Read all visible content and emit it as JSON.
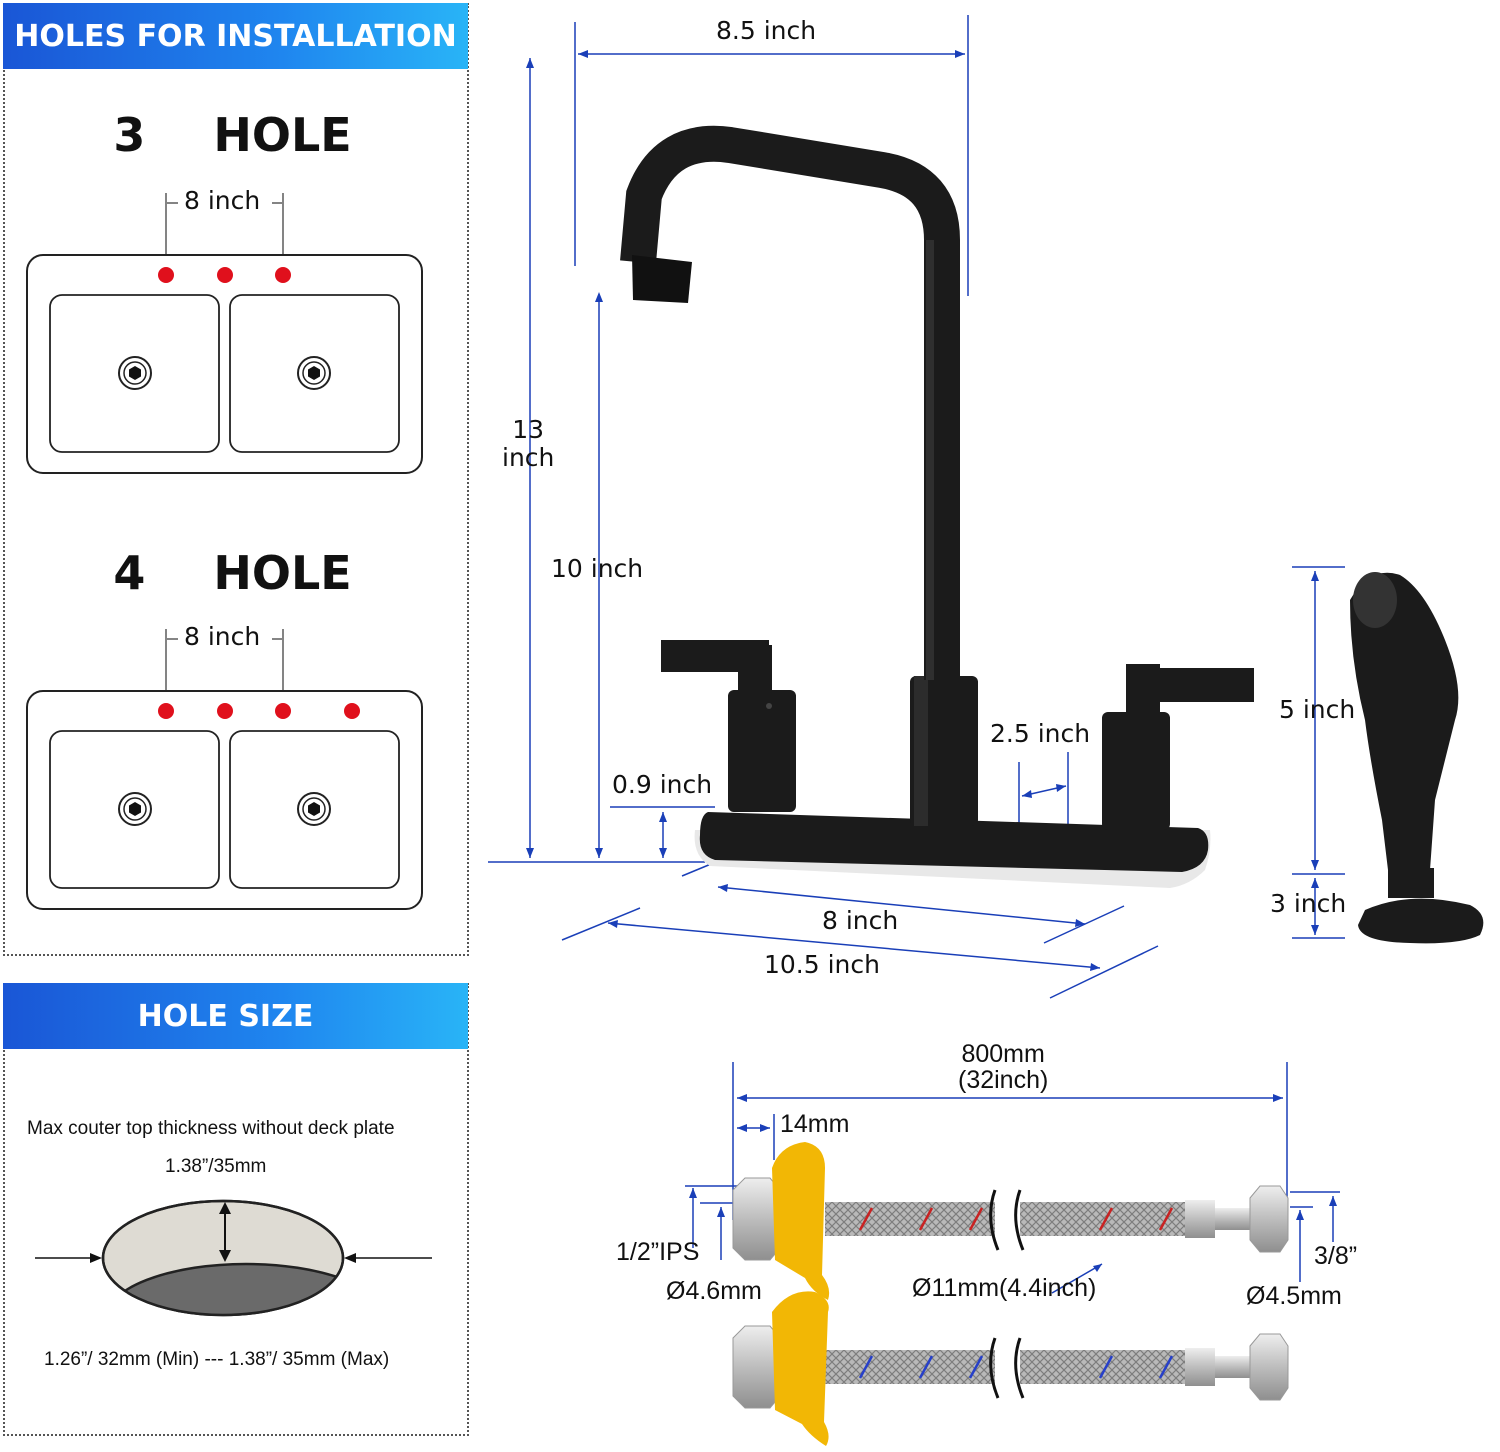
{
  "installation": {
    "banner": "HOLES FOR INSTALLATION",
    "three_hole": {
      "title": "3  HOLE",
      "spacing": "8 inch",
      "hole_count": 3
    },
    "four_hole": {
      "title": "4  HOLE",
      "spacing": "8 inch",
      "hole_count": 4
    }
  },
  "hole_size": {
    "banner": "HOLE SIZE",
    "max_thickness_label": "Max couter top thickness without deck plate",
    "max_thickness_value": "1.38”/35mm",
    "range": "1.26”/ 32mm (Min) --- 1.38”/ 35mm (Max)"
  },
  "faucet": {
    "reach": "8.5 inch",
    "total_height": "13\ninch",
    "spout_height": "10 inch",
    "handle_height": "2.5 inch",
    "base_height": "0.9 inch",
    "center_spacing": "8 inch",
    "base_length": "10.5 inch"
  },
  "sprayer": {
    "length": "5 inch",
    "base_height": "3 inch"
  },
  "hoses": {
    "length": "800mm\n(32inch)",
    "nut_width": "14mm",
    "inlet_thread": "1/2”IPS",
    "inlet_diameter": "Ø4.6mm",
    "hose_diameter": "Ø11mm(4.4inch)",
    "outlet_thread": "3/8”",
    "outlet_diameter": "Ø4.5mm"
  },
  "colors": {
    "banner_start": "#1a56d6",
    "banner_end": "#29b4f7",
    "dimension_line": "#1a3fb8",
    "hole_dot": "#e0101c",
    "faucet_body": "#1b1b1b",
    "nut_yellow": "#f2b705"
  }
}
